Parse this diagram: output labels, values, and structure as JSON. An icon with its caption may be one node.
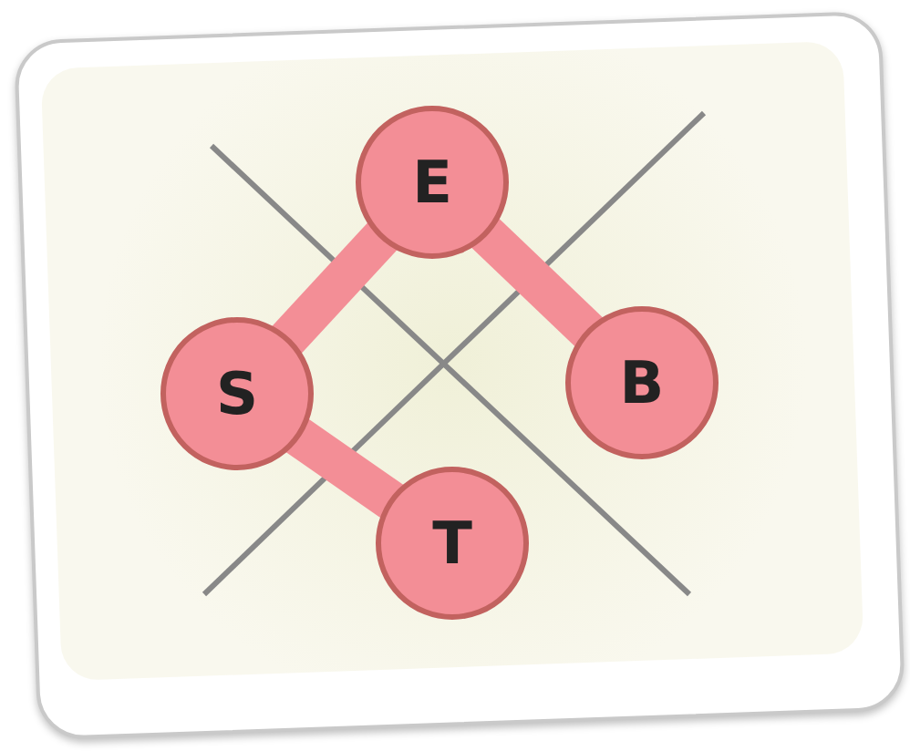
{
  "diagram": {
    "nodes": [
      {
        "text": [
          "E"
        ]
      },
      {
        "text": [
          "S"
        ]
      },
      {
        "text": [
          "B"
        ]
      },
      {
        "text": [
          "T"
        ]
      }
    ],
    "edges": [
      {
        "from": 0,
        "to": 1,
        "arrow": "none"
      },
      {
        "from": 0,
        "to": 2,
        "arrow": "none"
      },
      {
        "from": 1,
        "to": 3,
        "arrow": "none"
      }
    ]
  }
}
